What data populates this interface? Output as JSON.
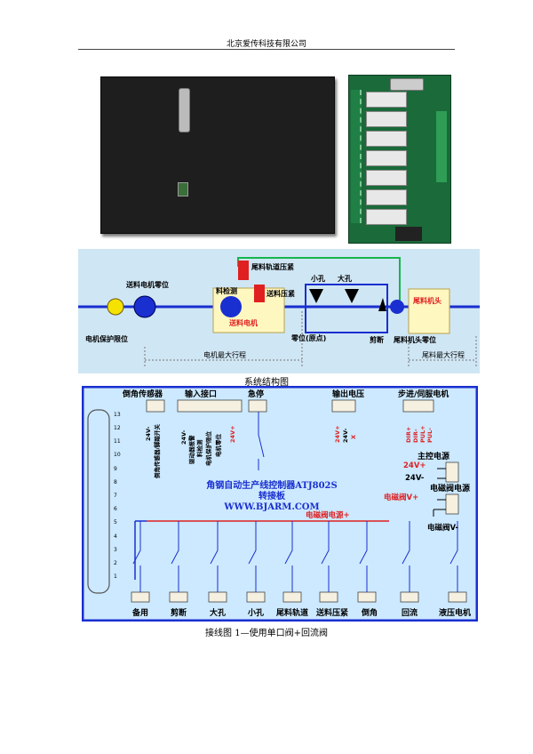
{
  "header": {
    "company": "北京爱传科技有限公司"
  },
  "captions": {
    "system": "系统结构图",
    "wiring": "接线图 1—使用单口阀+回流阀"
  },
  "system_diagram": {
    "labels": {
      "feed_motor_zero": "送料电机零位",
      "motor_limit": "电机保护限位",
      "material_detect": "料检测",
      "feed_motor": "送料电机",
      "tail_track_press": "尾料轨道压紧",
      "feed_press": "送料压紧",
      "small_hole": "小孔",
      "big_hole": "大孔",
      "zero_origin": "零位(原点)",
      "cut": "剪断",
      "tail_head_zero": "尾料机头零位",
      "tail_head": "尾料机头",
      "motor_max_travel": "电机最大行程",
      "tail_max_travel": "尾料最大行程"
    }
  },
  "wiring_diagram": {
    "title_line1": "角钢自动生产线控制器ATJ802S",
    "title_line2": "转接板",
    "website": "WWW.BJARM.COM",
    "top_sections": {
      "chamfer_sensor": "倒角传感器",
      "input_port": "输入接口",
      "estop": "急停",
      "output_voltage": "输出电压",
      "servo_motor": "步进/伺服电机",
      "main_power": "主控电源",
      "valve_power": "电磁阀电源"
    },
    "voltages": {
      "v24p": "24V+",
      "v24m": "24V-",
      "valve_vp": "电磁阀V+",
      "valve_vm": "电磁阀V-",
      "valve_power_plus": "电磁阀电源+"
    },
    "vertical_labels": {
      "chamfer_sensor_text": "倒角传感器/脚踏开关",
      "chamfer_24v": "24V-",
      "inputs": [
        "24V-",
        "驱动器报警",
        "料检测",
        "电机保护限位",
        "电机零位",
        "24V+"
      ],
      "out_v": [
        "24V+",
        "24V-",
        "X"
      ],
      "servo": [
        "DIR+",
        "DIR-",
        "PUL+",
        "PUL-"
      ]
    },
    "connector_pins": [
      "13",
      "12",
      "11",
      "10",
      "9",
      "8",
      "7",
      "6",
      "5",
      "4",
      "3",
      "2",
      "1"
    ],
    "bottom_labels": [
      "备用",
      "剪断",
      "大孔",
      "小孔",
      "尾料轨道",
      "送料压紧",
      "倒角",
      "回流",
      "液压电机"
    ]
  }
}
